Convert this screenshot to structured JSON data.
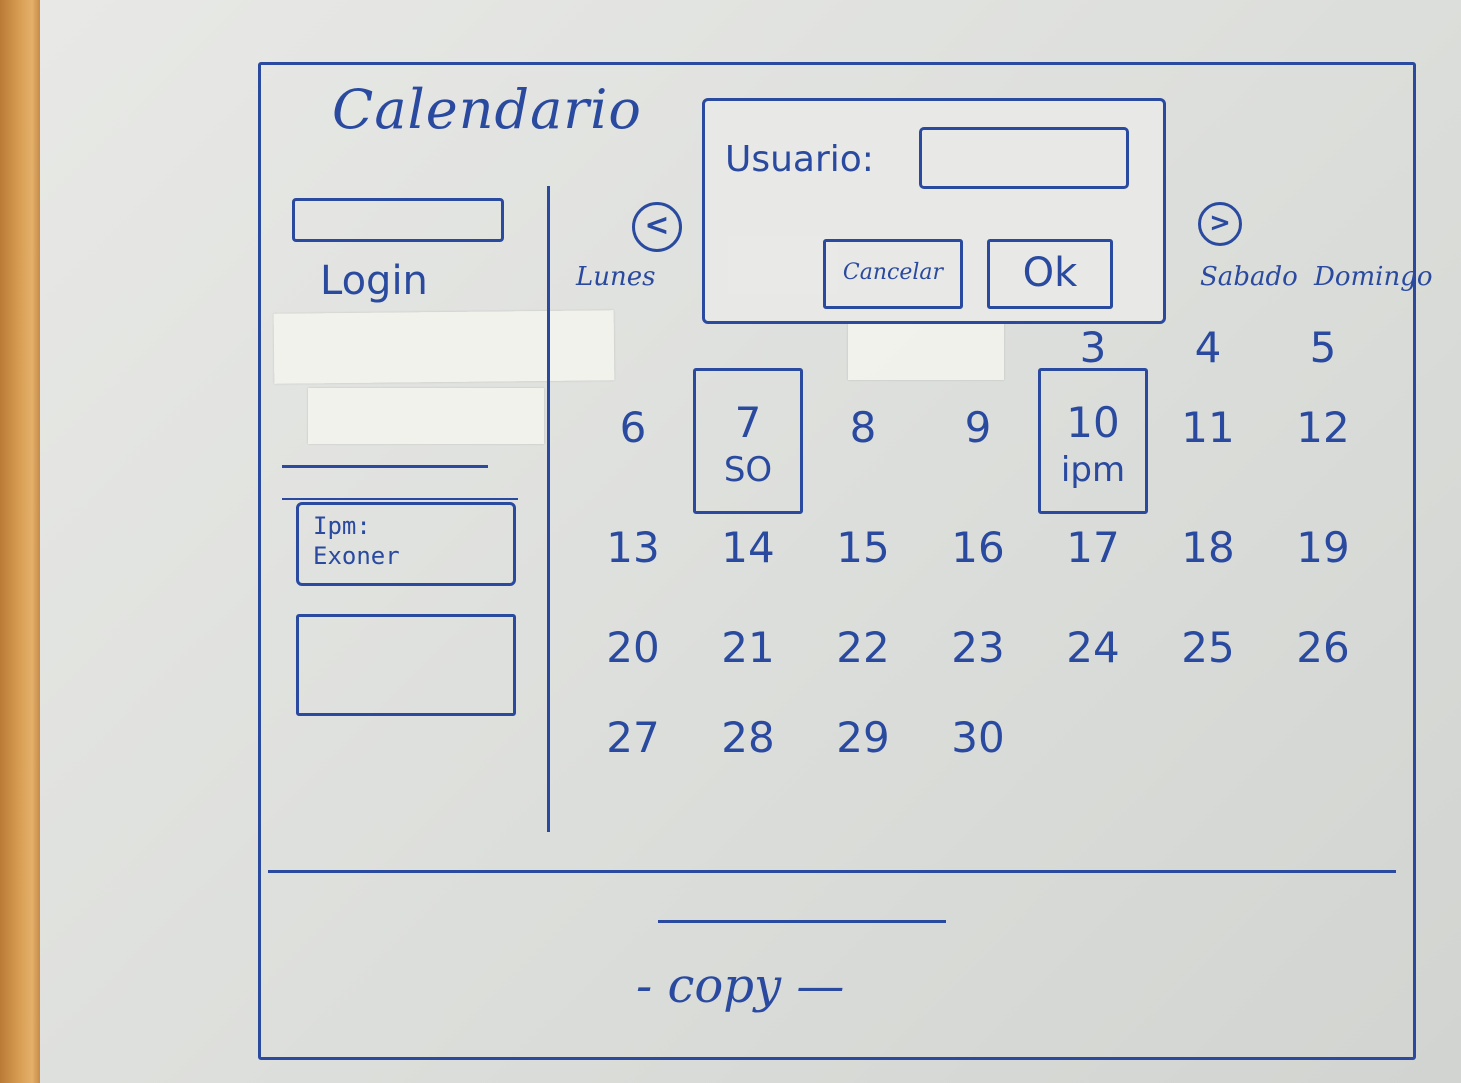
{
  "app": {
    "title": "Calendario"
  },
  "sidebar": {
    "login_label": "Login",
    "error_text_line1": "Ipm:",
    "error_text_line2": "Exoner"
  },
  "calendar": {
    "prev_symbol": "<",
    "next_symbol": ">",
    "day_names": [
      "Lunes",
      "Sabado",
      "Domingo"
    ],
    "rows": [
      [
        {
          "num": ""
        },
        {
          "num": ""
        },
        {
          "num": ""
        },
        {
          "num": ""
        },
        {
          "num": "3"
        },
        {
          "num": "4"
        },
        {
          "num": "5"
        }
      ],
      [
        {
          "num": "6"
        },
        {
          "num": "7",
          "event": "SO",
          "marked": true
        },
        {
          "num": "8"
        },
        {
          "num": "9"
        },
        {
          "num": "10",
          "event": "ipm",
          "marked": true
        },
        {
          "num": "11"
        },
        {
          "num": "12"
        }
      ],
      [
        {
          "num": "13"
        },
        {
          "num": "14"
        },
        {
          "num": "15"
        },
        {
          "num": "16"
        },
        {
          "num": "17"
        },
        {
          "num": "18"
        },
        {
          "num": "19"
        }
      ],
      [
        {
          "num": "20"
        },
        {
          "num": "21"
        },
        {
          "num": "22"
        },
        {
          "num": "23"
        },
        {
          "num": "24"
        },
        {
          "num": "25"
        },
        {
          "num": "26"
        }
      ],
      [
        {
          "num": "27"
        },
        {
          "num": "28"
        },
        {
          "num": "29"
        },
        {
          "num": "30"
        },
        {
          "num": ""
        },
        {
          "num": ""
        },
        {
          "num": ""
        }
      ]
    ]
  },
  "dialog": {
    "user_label": "Usuario:",
    "cancel_label": "Cancelar",
    "ok_label": "Ok"
  },
  "footer": {
    "copy_text": "- copy —"
  },
  "colors": {
    "ink": "#2a4aa0",
    "paper": "#e3e4e1",
    "wood": "#d69b50"
  }
}
